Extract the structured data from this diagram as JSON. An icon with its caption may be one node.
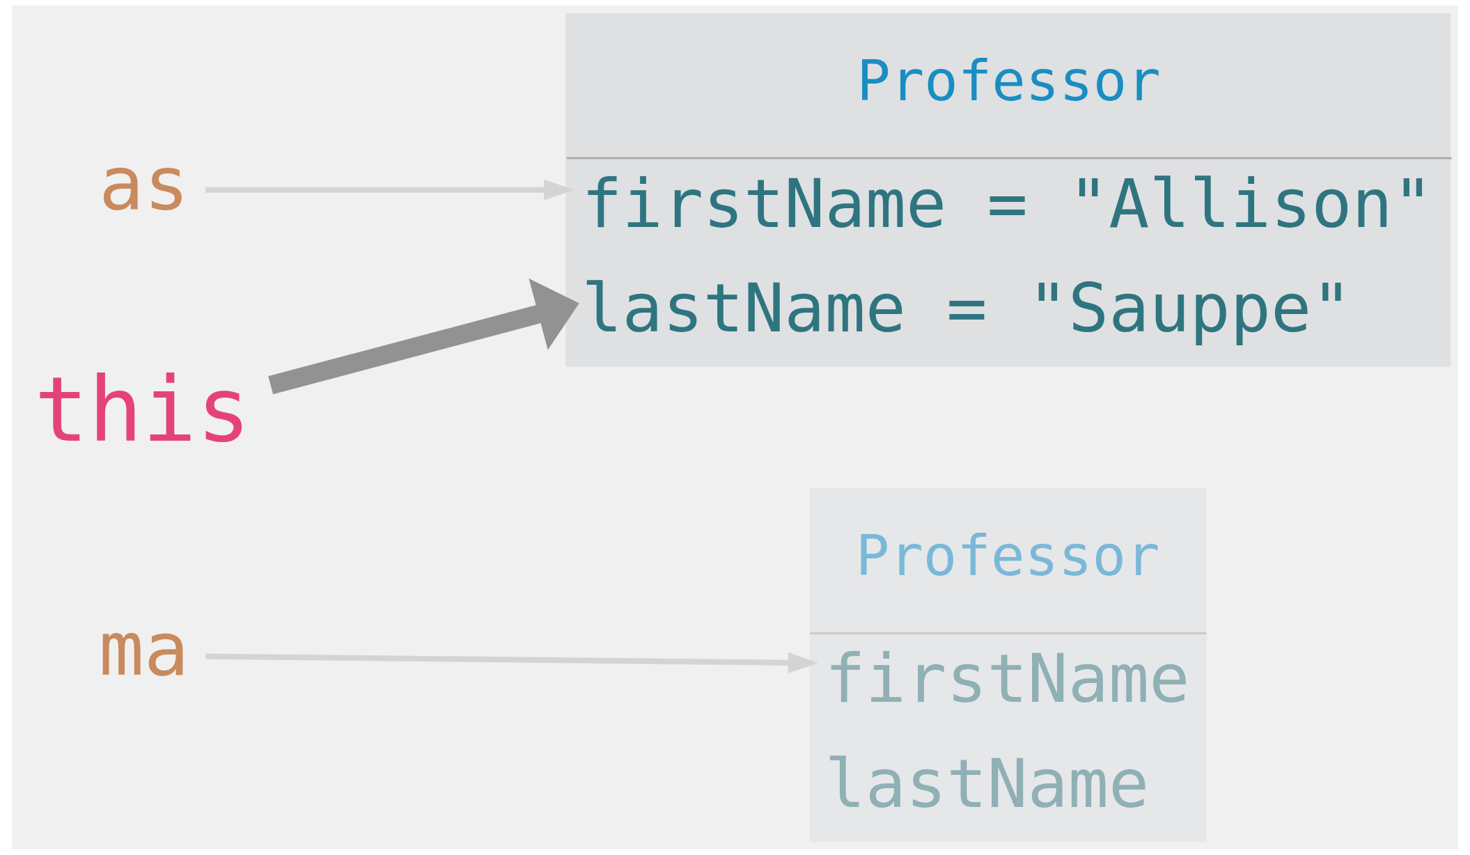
{
  "diagram": {
    "nodes": [
      {
        "text": [
          "as"
        ]
      },
      {
        "text": [
          "this"
        ]
      },
      {
        "text": [
          "ma"
        ]
      },
      {
        "text": [
          "Professor",
          "firstName = \"Allison\"",
          "lastName = \"Sauppe\""
        ]
      },
      {
        "text": [
          "Professor",
          "firstName",
          "lastName"
        ]
      }
    ],
    "edges": [
      {
        "from": 0,
        "to": 3,
        "arrow": "to"
      },
      {
        "from": 1,
        "to": 3,
        "arrow": "to",
        "style": "thick",
        "color": "#929292"
      },
      {
        "from": 2,
        "to": 4,
        "arrow": "to"
      }
    ]
  }
}
